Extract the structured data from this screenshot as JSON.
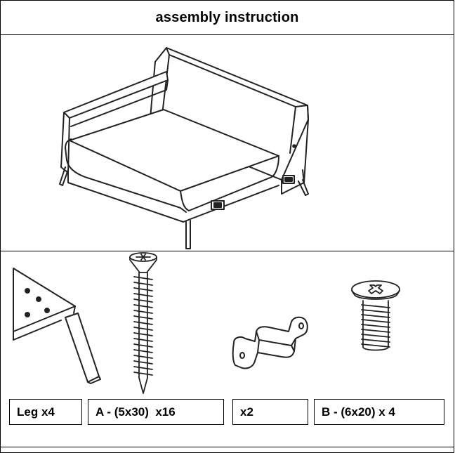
{
  "header": {
    "title": "assembly instruction"
  },
  "illustration": {
    "subject": "sofa-module-icon"
  },
  "parts": [
    {
      "icon": "sofa-leg-icon",
      "label": "Leg x4"
    },
    {
      "icon": "wood-screw-icon",
      "label": "A - (5x30)  x16"
    },
    {
      "icon": "connector-bracket-icon",
      "label": "x2"
    },
    {
      "icon": "machine-screw-icon",
      "label": "B - (6x20) x 4"
    }
  ]
}
